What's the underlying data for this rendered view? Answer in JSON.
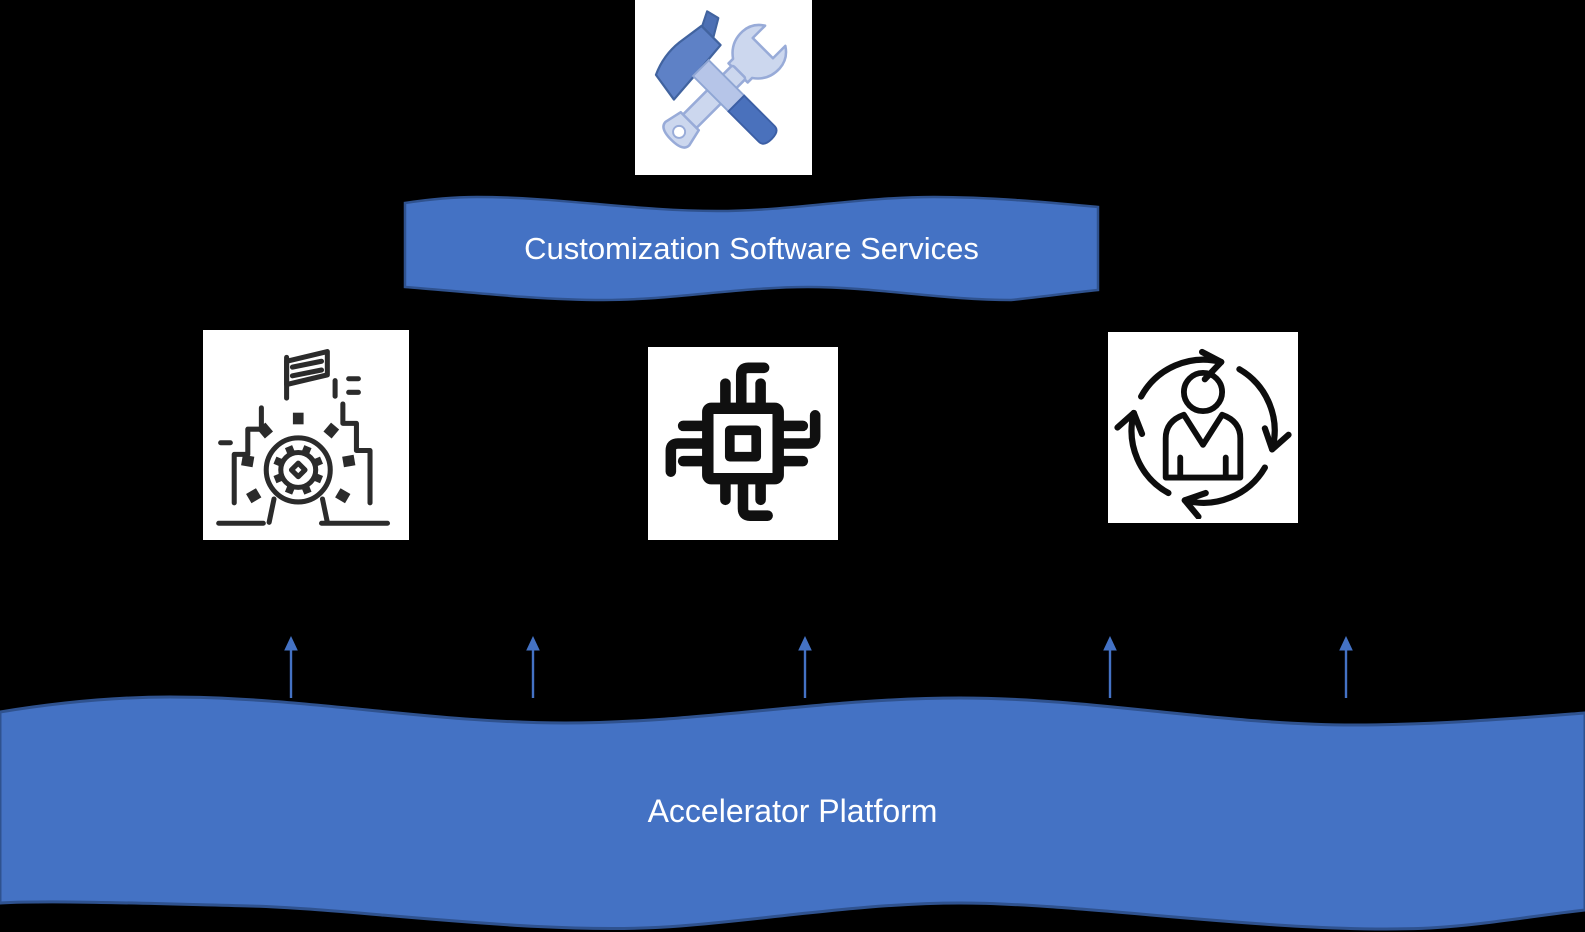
{
  "canvas": {
    "background": "#000000"
  },
  "colors": {
    "canvas_bg": "#000000",
    "banner_fill": "#4472C4",
    "banner_border": "#2F528F",
    "banner_text": "#FFFFFF",
    "arrow": "#4472C4",
    "icon_box_bg": "#FFFFFF",
    "gear_icon_stroke": "#2B2B2B",
    "chip_icon_stroke": "#101010",
    "cycle_icon_stroke": "#0D0D0D",
    "tools_hammer_blue": "#5E81C6",
    "tools_handle_dark_blue": "#4A71BC",
    "tools_handle_light_blue": "#B6C5E8",
    "tools_wrench_light_blue": "#CCD7EE"
  },
  "top_banner": {
    "label": "Customization Software Services"
  },
  "bottom_banner": {
    "label": "Accelerator Platform"
  },
  "icons": [
    {
      "name": "tools-icon",
      "meaning": "crossed hammer and wrench"
    },
    {
      "name": "gear-manufacturing-icon",
      "meaning": "gear with factory skyline"
    },
    {
      "name": "chip-icon",
      "meaning": "microprocessor chip"
    },
    {
      "name": "user-cycle-icon",
      "meaning": "person inside circular cycle arrows"
    }
  ],
  "arrows": {
    "count": 5,
    "direction": "up"
  }
}
